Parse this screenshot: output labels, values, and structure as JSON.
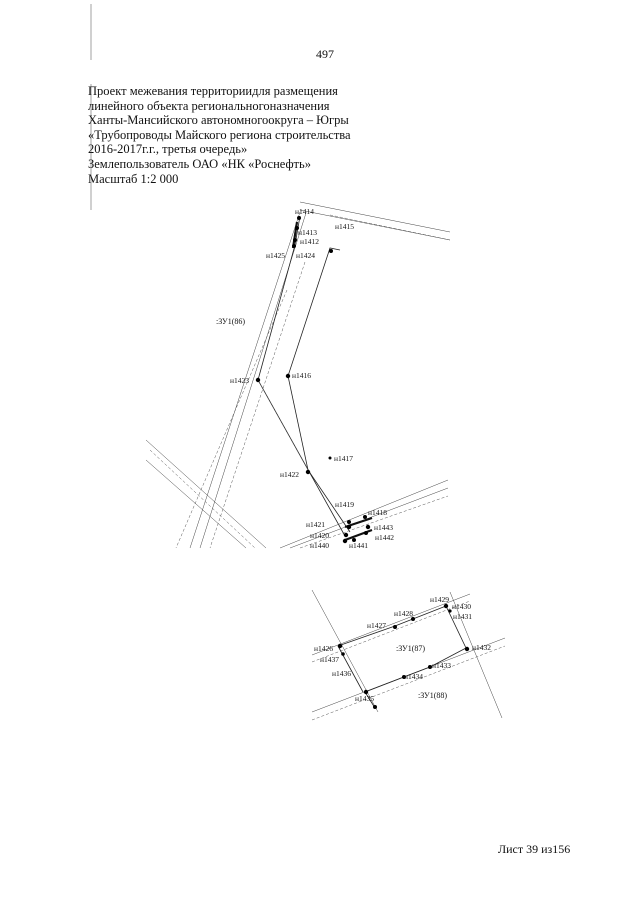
{
  "page_number": "497",
  "title_lines": [
    "Проект межевания территориидля размещения",
    "линейного объекта региональногоназначения",
    "Ханты-Мансийского автономногоокруга – Югры",
    "«Трубопроводы Майского региона строительства",
    "2016-2017г.г., третья очередь»",
    "Землепользователь ОАО «НК «Роснефть»",
    "Масштаб 1:2 000"
  ],
  "sheet_label": "Лист 39 из156",
  "plan1": {
    "parcel": ":ЗУ1(86)",
    "points": [
      "н1414",
      "н1413",
      "н1415",
      "н1412",
      "н1425",
      "н1424",
      "н1423",
      "н1416",
      "н1422",
      "н1417",
      "н1419",
      "н1418",
      "н1421",
      "н1443",
      "н1420",
      "н1442",
      "н1440",
      "н1441"
    ]
  },
  "plan2": {
    "parcels": [
      ":ЗУ1(87)",
      ":ЗУ1(88)"
    ],
    "points": [
      "н1429",
      "н1430",
      "н1428",
      "н1431",
      "н1427",
      "н1426",
      "н1437",
      "н1432",
      "н1433",
      "н1434",
      "н1436",
      "н1435"
    ]
  }
}
